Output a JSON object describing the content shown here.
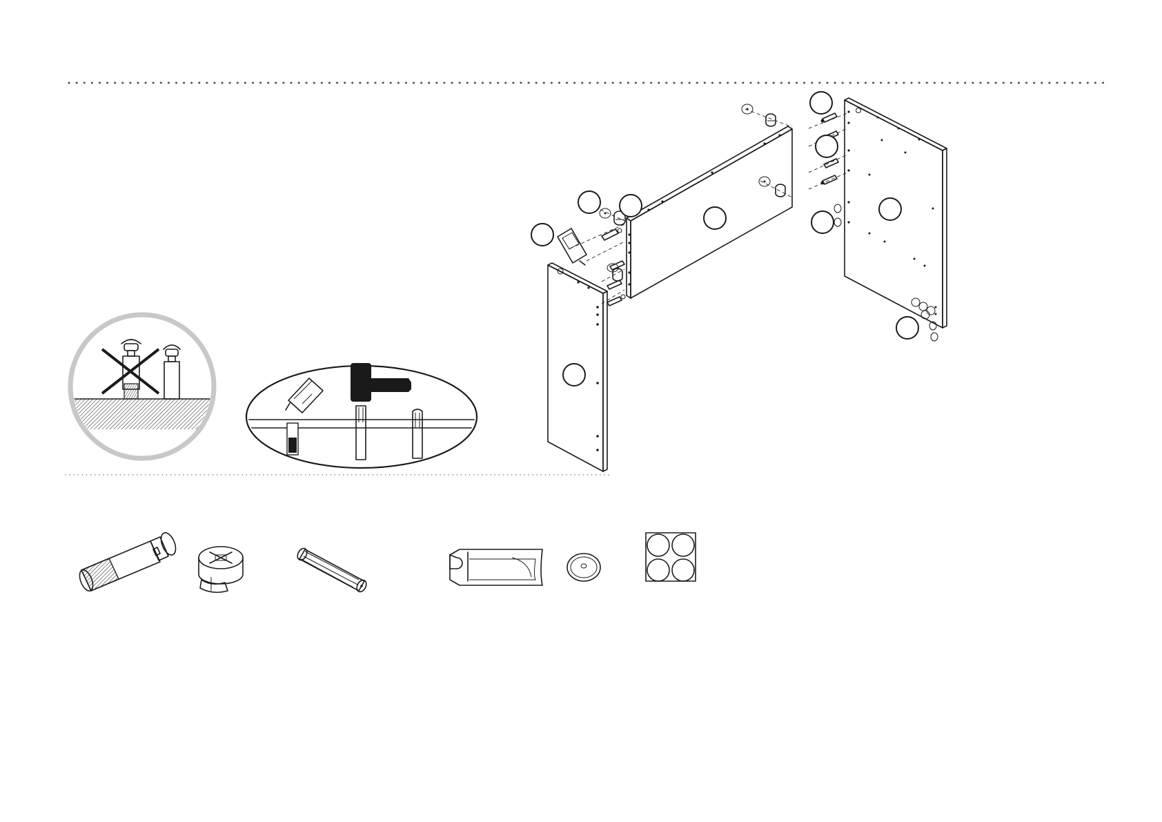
{
  "page": {
    "colors": {
      "line": "#1a1a1a",
      "guide_dots": "#555555",
      "halo": "#c8c8c8",
      "background": "#ffffff"
    }
  },
  "callouts": [
    {
      "id": "left-panel-label",
      "text": ""
    },
    {
      "id": "back-panel-label",
      "text": ""
    },
    {
      "id": "right-panel-label",
      "text": ""
    },
    {
      "id": "glue-label",
      "text": ""
    },
    {
      "id": "cam-left-a-label",
      "text": ""
    },
    {
      "id": "cam-left-b-label",
      "text": ""
    },
    {
      "id": "bolt-right-a-label",
      "text": ""
    },
    {
      "id": "dowel-right-label",
      "text": ""
    },
    {
      "id": "cam-right-label",
      "text": ""
    },
    {
      "id": "felt-pad-label",
      "text": ""
    }
  ],
  "insets": {
    "bolt_check": {
      "icon": "do-not-overtighten-bolt",
      "wrong_mark": "cross"
    },
    "dowel_glue": {
      "icon": "glue-and-hammer-dowel"
    }
  },
  "parts_legend": [
    {
      "name": "cam-bolt",
      "icon": "cam-bolt-icon"
    },
    {
      "name": "cam-lock",
      "icon": "cam-lock-icon"
    },
    {
      "name": "wood-dowel",
      "icon": "wood-dowel-icon"
    },
    {
      "name": "glue-tube",
      "icon": "glue-tube-icon"
    },
    {
      "name": "cover-cap",
      "icon": "cover-cap-icon"
    },
    {
      "name": "felt-pads",
      "icon": "felt-pads-icon",
      "count": 4
    }
  ]
}
